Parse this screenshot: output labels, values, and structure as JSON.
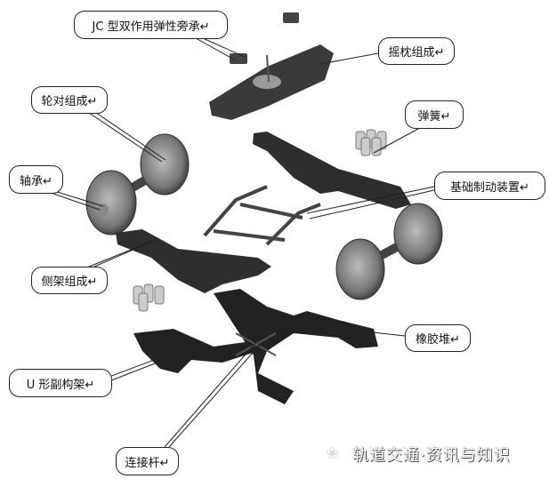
{
  "labels": {
    "side_bearing": "JC 型双作用弹性旁承↵",
    "bolster": "摇枕组成↵",
    "wheelset": "轮对组成↵",
    "spring": "弹簧↵",
    "bearing": "轴承↵",
    "brake": "基础制动装置↵",
    "side_frame": "侧架组成↵",
    "rubber_pad": "橡胶堆↵",
    "u_subframe": "U 形副构架↵",
    "link_rod": "连接杆↵"
  },
  "watermark": "轨道交通·资讯与知识"
}
